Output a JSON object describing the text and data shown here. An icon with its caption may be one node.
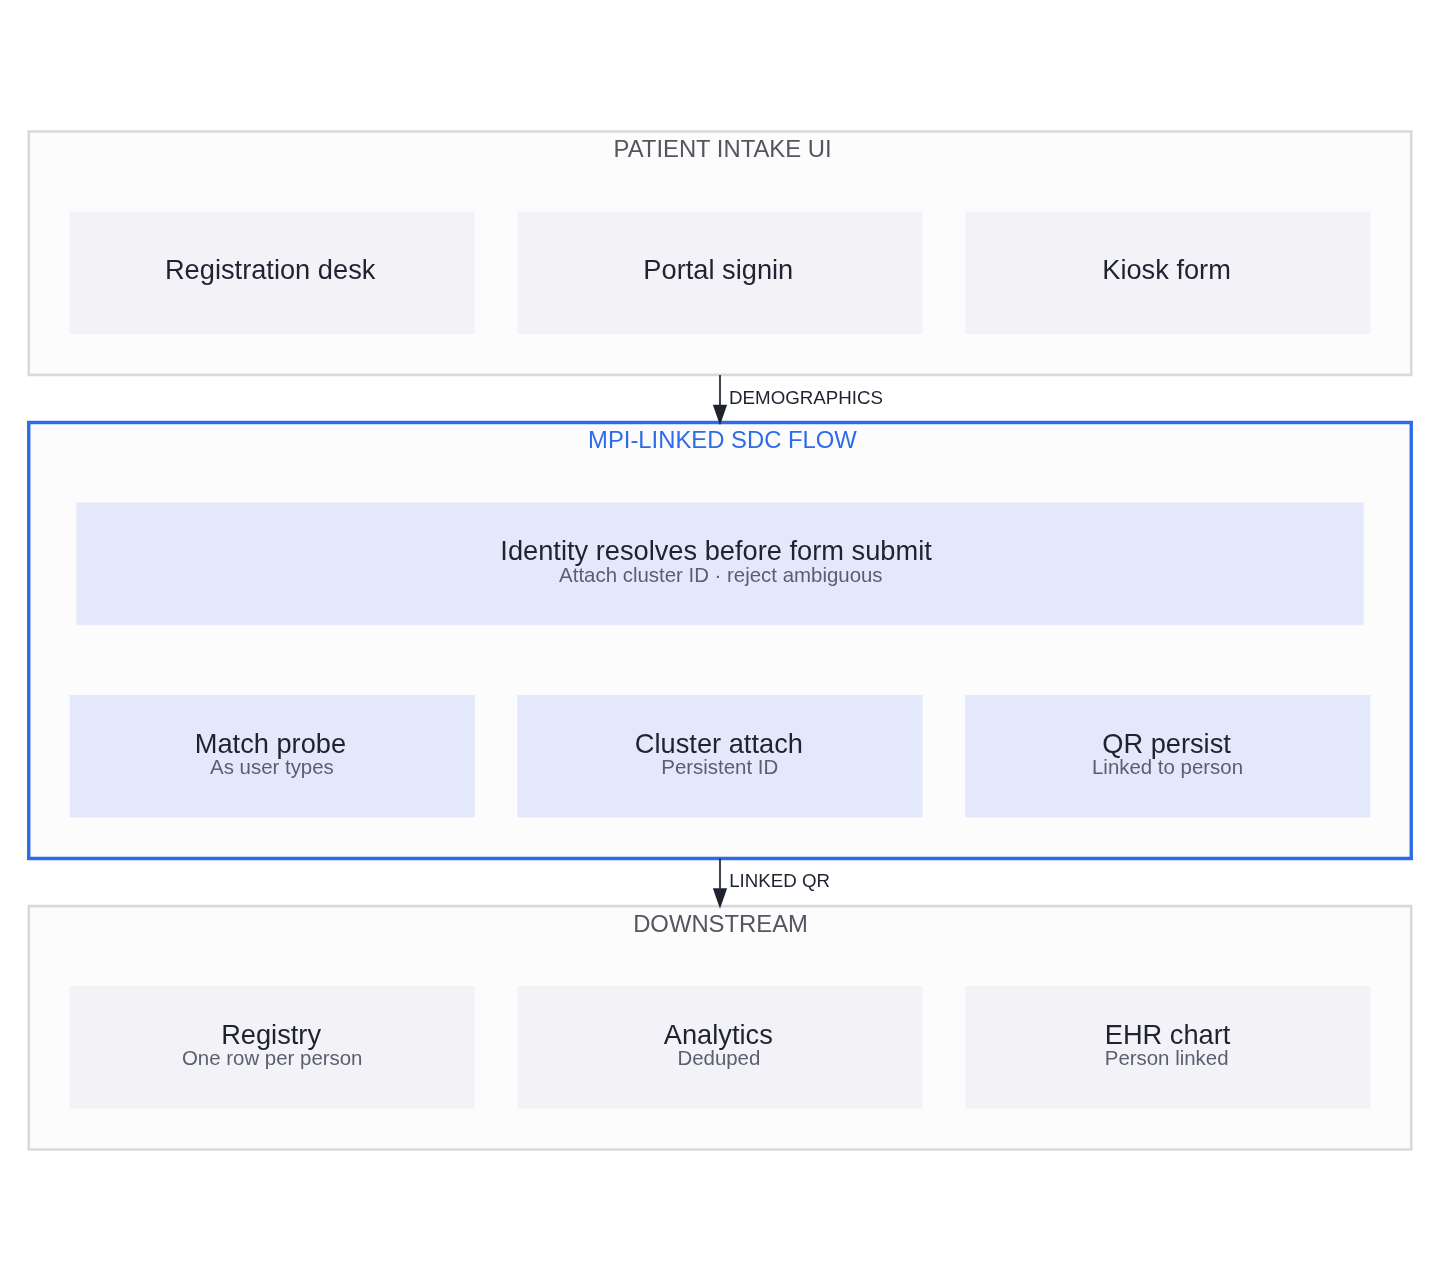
{
  "diagram": {
    "nodes": [
      {
        "text": [
          "PATIENT INTAKE UI"
        ]
      },
      {
        "text": [
          "Kiosk form"
        ],
        "in": 0
      },
      {
        "text": [
          "Portal signin"
        ],
        "in": 0
      },
      {
        "text": [
          "Registration desk"
        ],
        "in": 0
      },
      {
        "text": [
          "MPI-LINKED SDC FLOW"
        ]
      },
      {
        "text": [
          "Identity resolves before form submit",
          "Attach cluster ID · reject ambiguous"
        ],
        "in": 4
      },
      {
        "text": [
          "Match probe",
          "As user types"
        ],
        "in": 4
      },
      {
        "text": [
          "Cluster attach",
          "Persistent ID"
        ],
        "in": 4
      },
      {
        "text": [
          "QR persist",
          "Linked to person"
        ],
        "in": 4
      },
      {
        "text": [
          "DOWNSTREAM"
        ]
      },
      {
        "text": [
          "EHR chart",
          "Person linked"
        ],
        "in": 9
      },
      {
        "text": [
          "Analytics",
          "Deduped"
        ],
        "in": 9
      },
      {
        "text": [
          "Registry",
          "One row per person"
        ],
        "in": 9
      }
    ],
    "edges": [
      {
        "from": 0,
        "to": 4,
        "arrow": "to",
        "label": "DEMOGRAPHICS"
      },
      {
        "from": 4,
        "to": 9,
        "arrow": "to",
        "label": "LINKED QR"
      }
    ]
  }
}
